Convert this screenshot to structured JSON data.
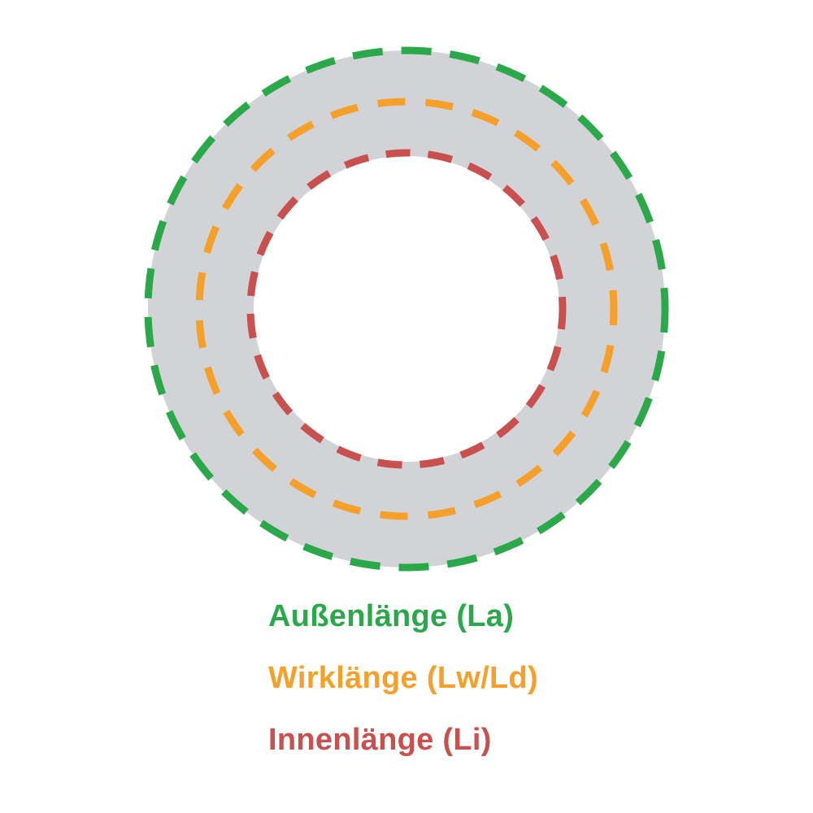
{
  "diagram": {
    "belt": {
      "color": "#d2d3d7"
    },
    "outer": {
      "label": "Außenlänge (La)",
      "color": "#2aa84a"
    },
    "effective": {
      "label": "Wirklänge (Lw/Ld)",
      "color": "#f5a02b"
    },
    "inner": {
      "label": "Innenlänge (Li)",
      "color": "#c8504e"
    }
  }
}
